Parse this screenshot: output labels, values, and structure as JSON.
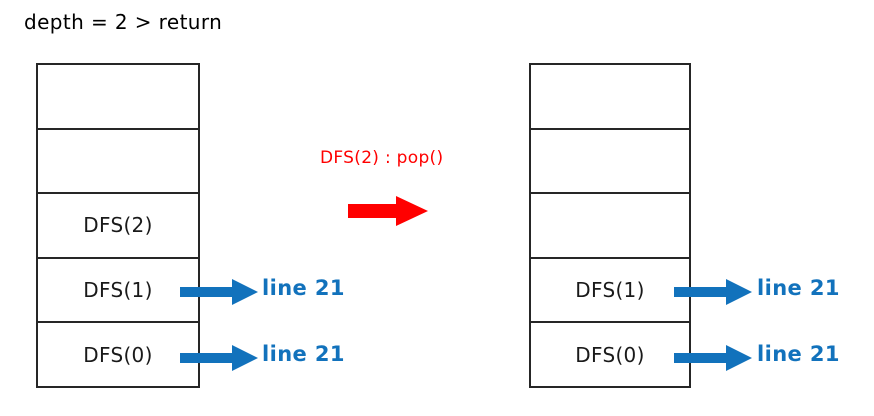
{
  "title": "depth = 2 > return",
  "colors": {
    "blue": "#1272bc",
    "red": "#ff0000",
    "border": "#262626",
    "background": "#ffffff"
  },
  "diagram": {
    "type": "call-stack-transition",
    "left_stack": {
      "name": "stack-before-pop",
      "cells": [
        {
          "label": "",
          "empty": true
        },
        {
          "label": "",
          "empty": true
        },
        {
          "label": "DFS(2)",
          "empty": false
        },
        {
          "label": "DFS(1)",
          "empty": false
        },
        {
          "label": "DFS(0)",
          "empty": false
        }
      ],
      "annotations": [
        {
          "target_cell": 3,
          "label": "line 21"
        },
        {
          "target_cell": 4,
          "label": "line 21"
        }
      ]
    },
    "right_stack": {
      "name": "stack-after-pop",
      "cells": [
        {
          "label": "",
          "empty": true
        },
        {
          "label": "",
          "empty": true
        },
        {
          "label": "",
          "empty": true
        },
        {
          "label": "DFS(1)",
          "empty": false
        },
        {
          "label": "DFS(0)",
          "empty": false
        }
      ],
      "annotations": [
        {
          "target_cell": 3,
          "label": "line 21"
        },
        {
          "target_cell": 4,
          "label": "line 21"
        }
      ]
    },
    "transition": {
      "label": "DFS(2) : pop()",
      "arrow_direction": "right"
    }
  }
}
